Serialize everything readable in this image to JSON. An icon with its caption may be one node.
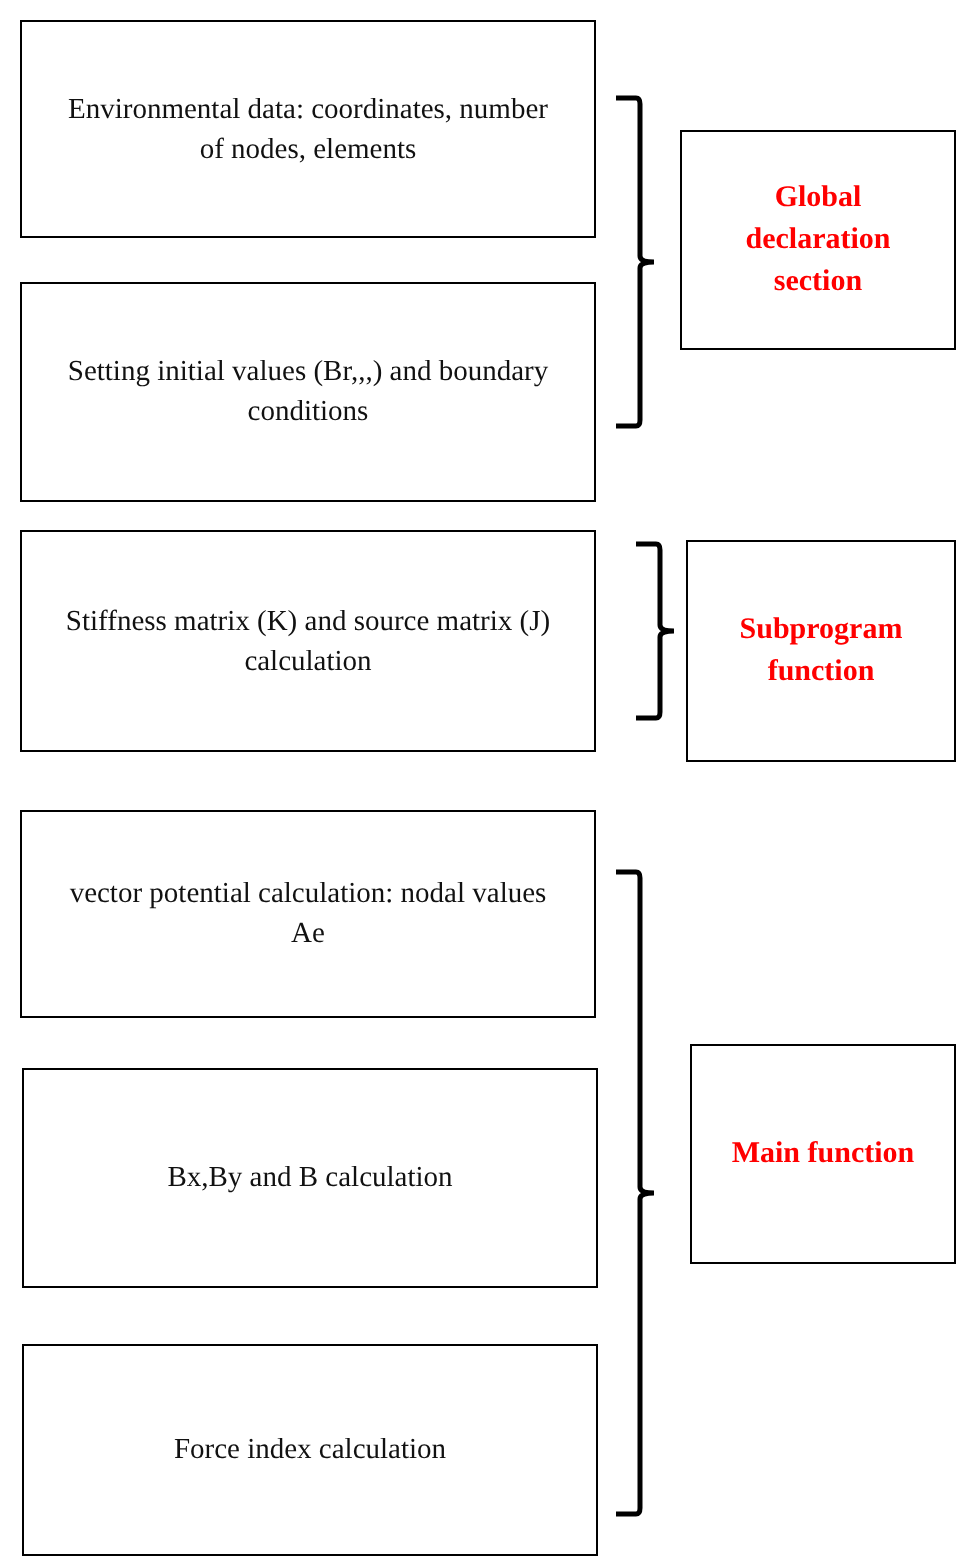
{
  "diagram": {
    "nodes": [
      {
        "text": [
          "Environmental data: coordinates, number of nodes, elements"
        ]
      },
      {
        "text": [
          "Setting initial values (Br,,,) and boundary conditions"
        ]
      },
      {
        "text": [
          "Global declaration section"
        ]
      },
      {
        "text": [
          "Stiffness matrix (K) and source matrix (J) calculation"
        ]
      },
      {
        "text": [
          "Subprogram function"
        ]
      },
      {
        "text": [
          "vector potential calculation: nodal values Ae"
        ]
      },
      {
        "text": [
          "Bx,By and B calculation"
        ]
      },
      {
        "text": [
          "Force index calculation"
        ]
      },
      {
        "text": [
          "Main function"
        ]
      }
    ]
  }
}
